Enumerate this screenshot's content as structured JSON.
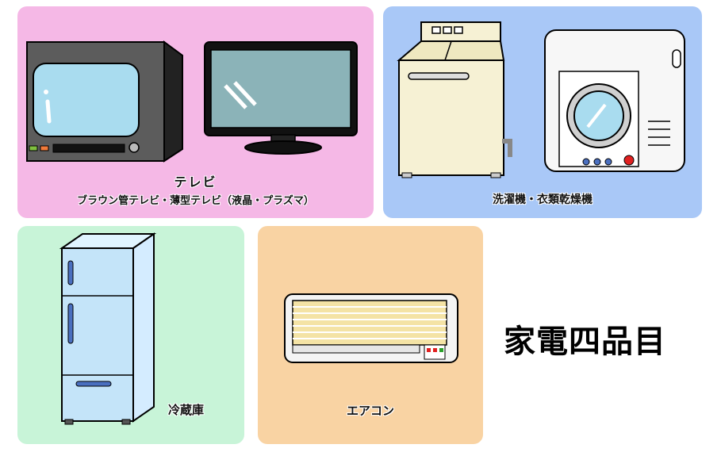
{
  "colors": {
    "tv_panel": "#f5b8e6",
    "washer_panel": "#a9c8f7",
    "fridge_panel": "#c8f4d8",
    "ac_panel": "#f9d3a3"
  },
  "tv": {
    "title": "テレビ",
    "subtitle": "ブラウン管テレビ・薄型テレビ（液晶・プラズマ）"
  },
  "washer": {
    "label": "洗濯機・衣類乾燥機"
  },
  "fridge": {
    "label": "冷蔵庫"
  },
  "aircon": {
    "label": "エアコン"
  },
  "main_title": "家電四品目"
}
